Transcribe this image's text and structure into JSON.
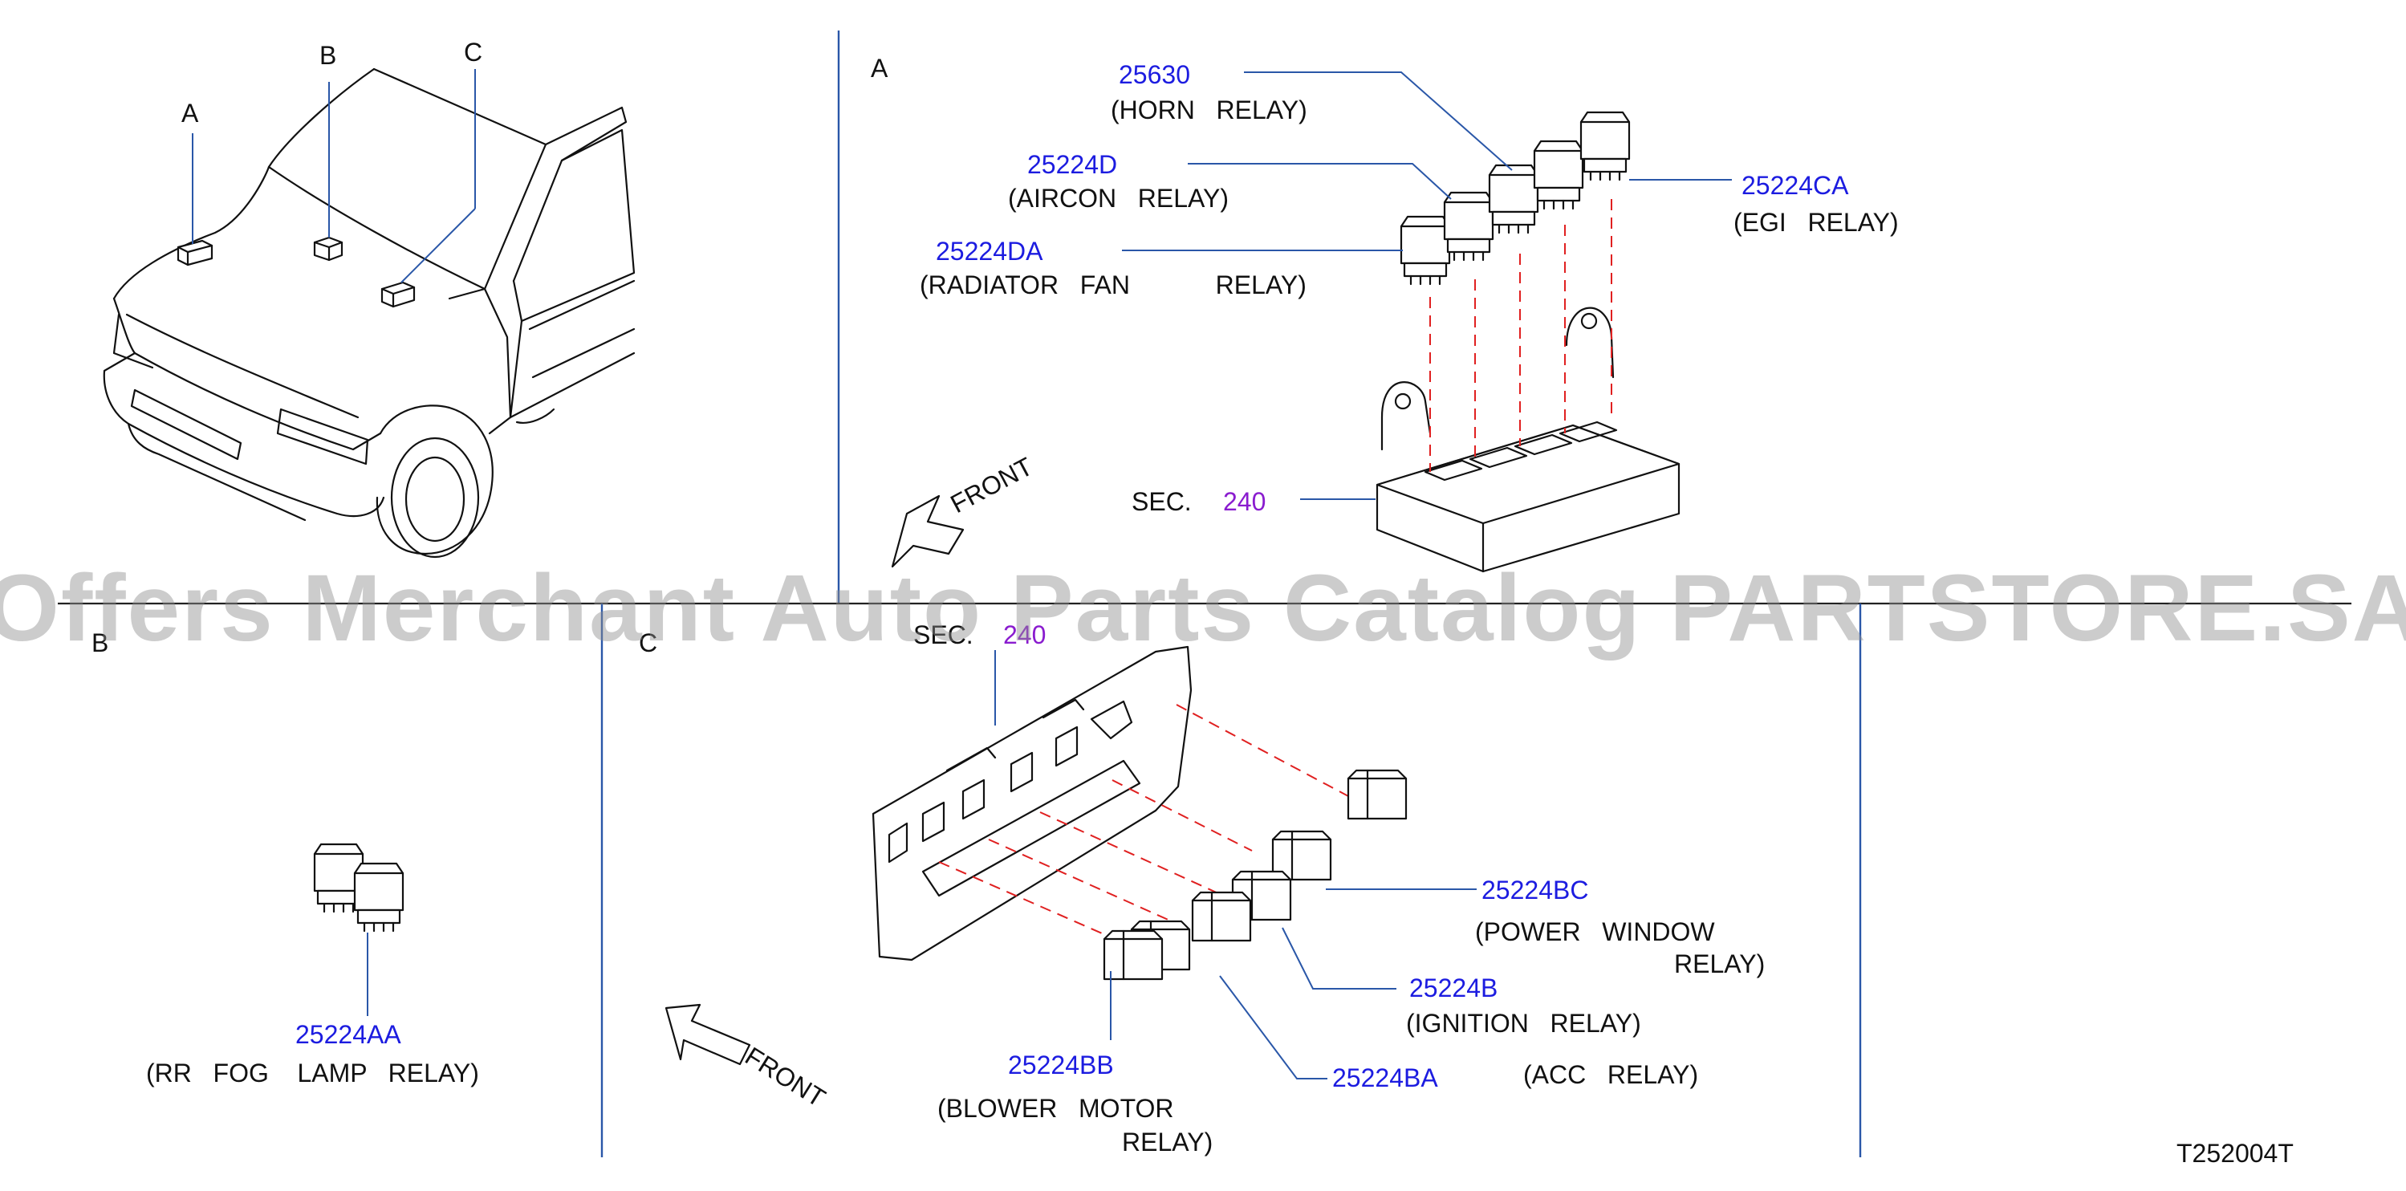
{
  "zones": {
    "a": "A",
    "b": "B",
    "c": "C"
  },
  "vehicle_markers": {
    "a": "A",
    "b": "B",
    "c": "C"
  },
  "front_label": "FRONT",
  "section_a": {
    "sec_prefix": "SEC.",
    "sec_number": "240",
    "parts": [
      {
        "number": "25630",
        "name": "(HORN   RELAY)"
      },
      {
        "number": "25224D",
        "name": "(AIRCON   RELAY)"
      },
      {
        "number": "25224DA",
        "name": "(RADIATOR   FAN            RELAY)"
      },
      {
        "number": "25224CA",
        "name": "(EGI   RELAY)"
      }
    ]
  },
  "section_b": {
    "parts": [
      {
        "number": "25224AA",
        "name": "(RR   FOG    LAMP   RELAY)"
      }
    ]
  },
  "section_c": {
    "sec_prefix": "SEC.",
    "sec_number": "240",
    "parts": [
      {
        "number": "25224BC",
        "name_line1": "(POWER   WINDOW",
        "name_line2": "RELAY)"
      },
      {
        "number": "25224B",
        "name_line1": "(IGNITION   RELAY)"
      },
      {
        "number": "25224BA",
        "name_line1": "(ACC   RELAY)"
      },
      {
        "number": "25224BB",
        "name_line1": "(BLOWER   MOTOR",
        "name_line2": "RELAY)"
      }
    ]
  },
  "watermark": "Offers Merchant Auto Parts Catalog PARTSTORE.SA",
  "diagram_code": "T252004T",
  "colors": {
    "part_number": "#1c1ce0",
    "section_ref": "#8a1ccf",
    "guide_dash": "#e02020",
    "leader": "#2a57a8"
  }
}
